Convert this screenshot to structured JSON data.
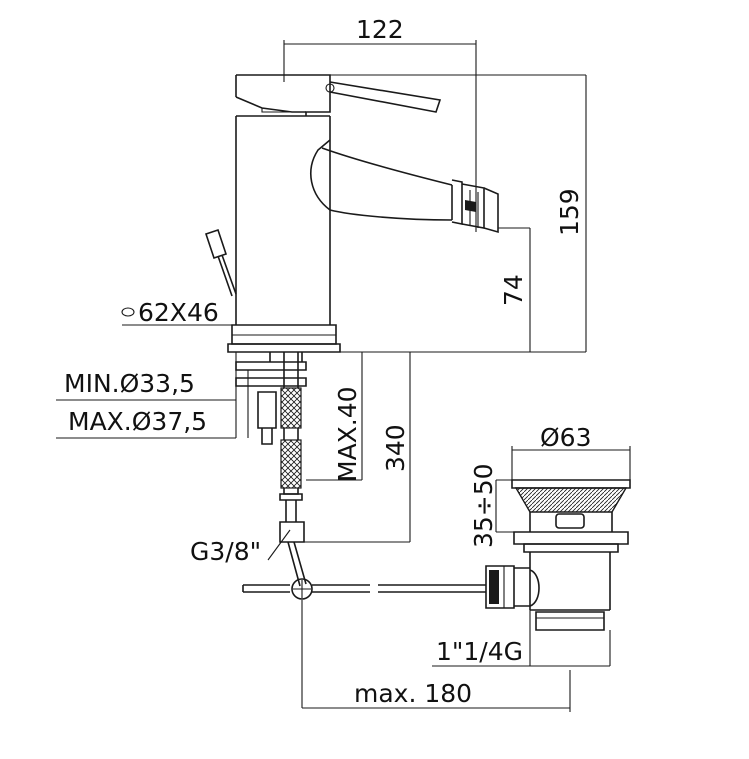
{
  "dimensions": {
    "width_122": "122",
    "height_159": "159",
    "height_74": "74",
    "base_62x46": "62X46",
    "min_hole": "MIN.Ø33,5",
    "max_hole": "MAX.Ø37,5",
    "max_40": "MAX.40",
    "len_340": "340",
    "thread_g38": "G3/8\"",
    "waste_63": "Ø63",
    "range_35_50": "35÷50",
    "thread_waste": "1\"1/4G",
    "max_180": "max. 180"
  }
}
